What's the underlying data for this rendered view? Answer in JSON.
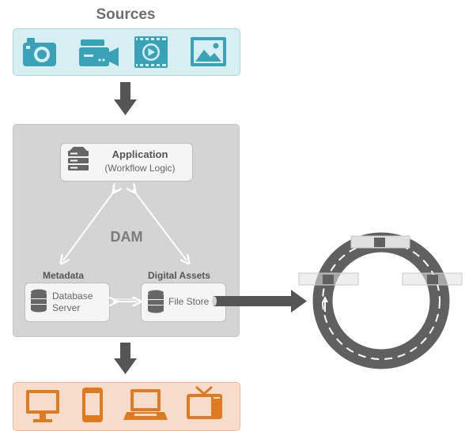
{
  "sources": {
    "title": "Sources",
    "icons": [
      "camera-icon",
      "video-camera-icon",
      "film-play-icon",
      "image-icon"
    ],
    "color": "#3aa2b6"
  },
  "dam": {
    "label": "DAM",
    "application": {
      "title": "Application",
      "subtitle": "(Workflow Logic)",
      "icon": "server-rack-icon"
    },
    "metadata": {
      "label": "Metadata",
      "card_text": "Database\nServer",
      "icon": "database-icon"
    },
    "digital_assets": {
      "label": "Digital Assets",
      "card_text": "File Store",
      "icon": "database-icon"
    }
  },
  "outputs": {
    "icons": [
      "monitor-icon",
      "smartphone-icon",
      "laptop-icon",
      "tv-icon"
    ],
    "color": "#e07a1f"
  },
  "road": {
    "color": "#606060",
    "markers": 3
  }
}
